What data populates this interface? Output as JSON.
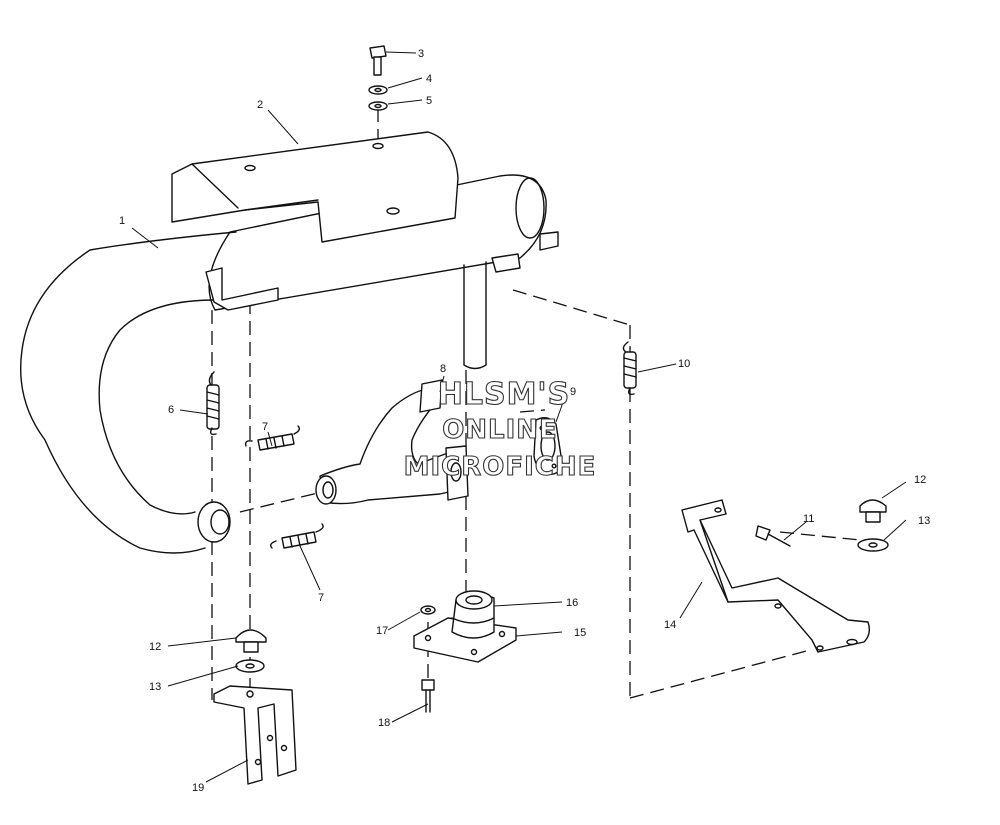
{
  "callouts": {
    "c1": "1",
    "c2": "2",
    "c3": "3",
    "c4": "4",
    "c5": "5",
    "c6": "6",
    "c7a": "7",
    "c7b": "7",
    "c8": "8",
    "c9": "9",
    "c10": "10",
    "c11": "11",
    "c12a": "12",
    "c12b": "12",
    "c13a": "13",
    "c13b": "13",
    "c14": "14",
    "c15": "15",
    "c16": "16",
    "c17": "17",
    "c18": "18",
    "c19": "19"
  },
  "watermark": {
    "line1": "HLSM'S",
    "line2": "ONLINE",
    "line3": "MICROFICHE"
  },
  "colors": {
    "line": "#111111",
    "background": "#ffffff"
  }
}
